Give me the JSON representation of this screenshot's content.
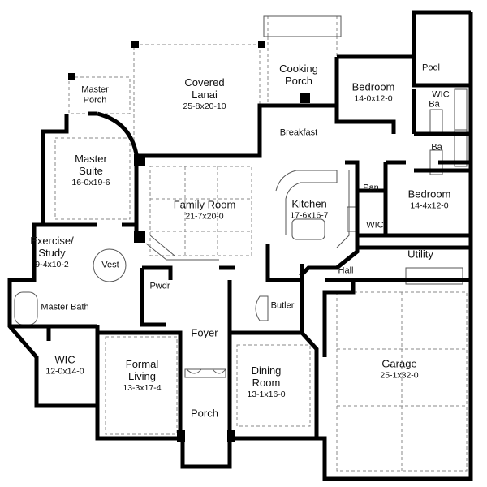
{
  "rooms": {
    "pool": {
      "name": "Pool"
    },
    "wic_upper": {
      "name": "WIC"
    },
    "bedroom_upper": {
      "name": "Bedroom",
      "dims": "14-0x12-0"
    },
    "bath_upper": {
      "name": "Ba"
    },
    "bath_lower": {
      "name": "Ba"
    },
    "cooking_porch": {
      "name_1": "Cooking",
      "name_2": "Porch"
    },
    "covered_lanai": {
      "name_1": "Covered",
      "name_2": "Lanai",
      "dims": "25-8x20-10"
    },
    "master_porch": {
      "name_1": "Master",
      "name_2": "Porch"
    },
    "breakfast": {
      "name": "Breakfast"
    },
    "master_suite": {
      "name_1": "Master",
      "name_2": "Suite",
      "dims": "16-0x19-6"
    },
    "family_room": {
      "name": "Family Room",
      "dims": "21-7x20-0"
    },
    "kitchen": {
      "name": "Kitchen",
      "dims": "17-6x16-7"
    },
    "pantry": {
      "name": "Pan"
    },
    "bedroom_lower": {
      "name": "Bedroom",
      "dims": "14-4x12-0"
    },
    "wic_kitchen": {
      "name": "WIC"
    },
    "utility": {
      "name": "Utility"
    },
    "exercise_study": {
      "name_1": "Exercise/",
      "name_2": "Study",
      "dims": "9-4x10-2"
    },
    "vestibule": {
      "name": "Vest"
    },
    "hall": {
      "name": "Hall"
    },
    "powder": {
      "name": "Pwdr"
    },
    "master_bath": {
      "name": "Master Bath"
    },
    "butler": {
      "name": "Butler"
    },
    "foyer": {
      "name": "Foyer"
    },
    "master_wic": {
      "name": "WIC",
      "dims": "12-0x14-0"
    },
    "formal_living": {
      "name_1": "Formal",
      "name_2": "Living",
      "dims": "13-3x17-4"
    },
    "dining_room": {
      "name_1": "Dining",
      "name_2": "Room",
      "dims": "13-1x16-0"
    },
    "garage": {
      "name": "Garage",
      "dims": "25-1x32-0"
    },
    "porch": {
      "name": "Porch"
    }
  }
}
